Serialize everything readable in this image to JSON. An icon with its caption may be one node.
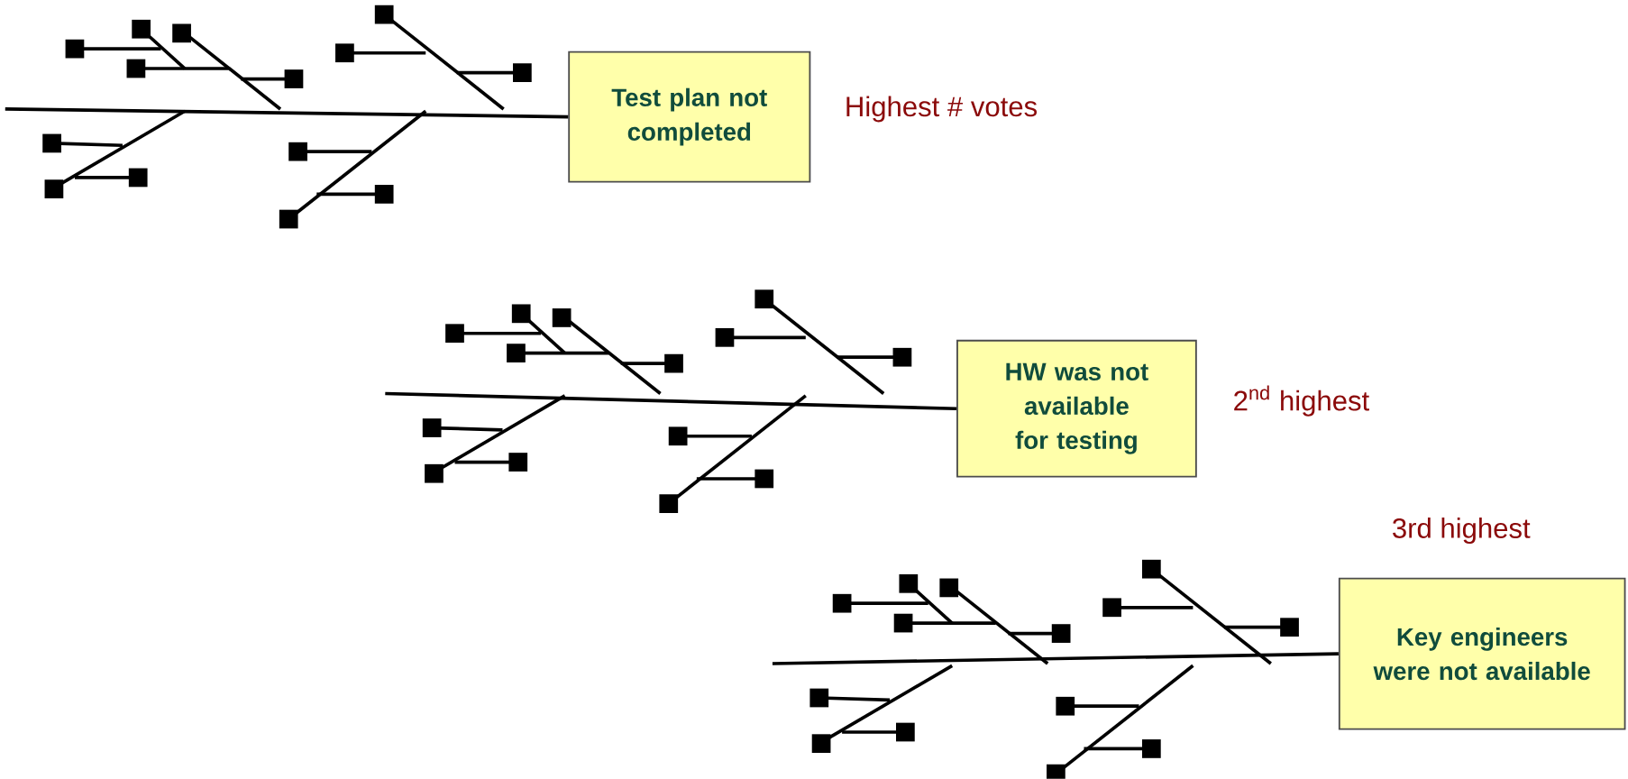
{
  "diagram": {
    "nodes": [
      {
        "text": [
          "Test plan not completed"
        ],
        "beside": [
          "Highest # votes"
        ]
      },
      {
        "text": [
          "HW was not available for testing"
        ],
        "beside": [
          "2$^{nd}$ highest"
        ]
      },
      {
        "text": [
          "Key engineers were not available"
        ],
        "beside": [
          "3rd highest"
        ]
      }
    ],
    "edges": [
      {
        "from": null,
        "to": 0,
        "arrow": "none"
      },
      {
        "from": null,
        "to": 1,
        "arrow": "none"
      },
      {
        "from": null,
        "to": 2,
        "arrow": "none"
      }
    ]
  }
}
